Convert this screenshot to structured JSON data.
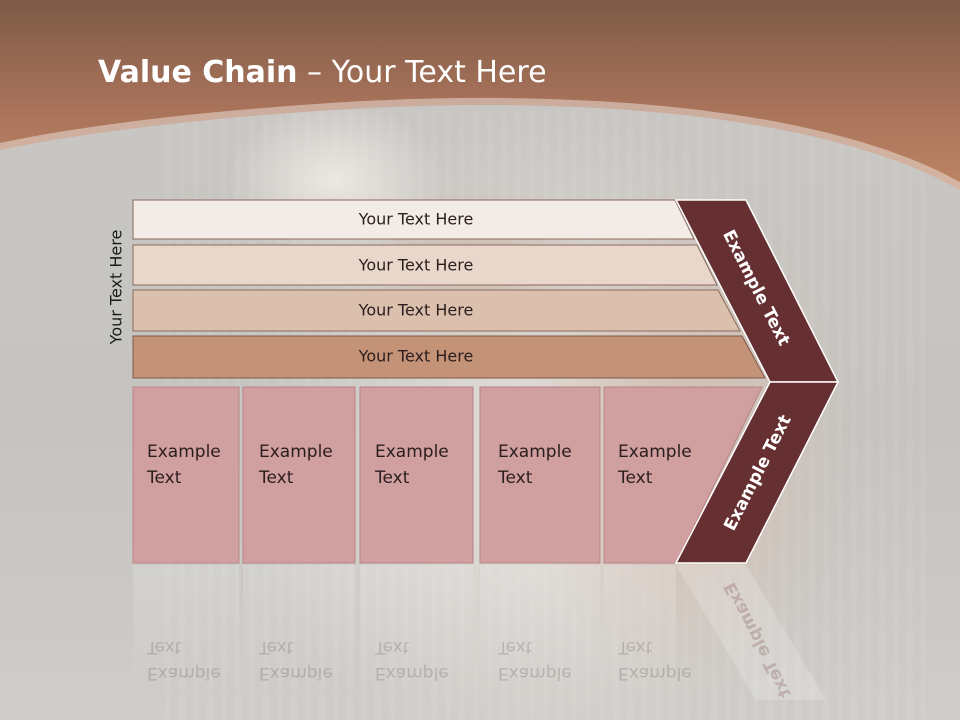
{
  "slide": {
    "title_bold": "Value Chain",
    "title_rest": " – Your Text Here",
    "side_label": "Your Text Here"
  },
  "bars": [
    {
      "label": "Your Text Here",
      "color": "#f3ebe6"
    },
    {
      "label": "Your Text Here",
      "color": "#e9d7cb"
    },
    {
      "label": "Your Text Here",
      "color": "#dcc0ae"
    },
    {
      "label": "Your Text Here",
      "color": "#c49277"
    }
  ],
  "boxes": [
    {
      "line1": "Example",
      "line2": "Text"
    },
    {
      "line1": "Example",
      "line2": "Text"
    },
    {
      "line1": "Example",
      "line2": "Text"
    },
    {
      "line1": "Example",
      "line2": "Text"
    },
    {
      "line1": "Example",
      "line2": "Text"
    }
  ],
  "chevron": {
    "upper_label": "Example Text",
    "lower_label": "Example Text",
    "color": "#662f31"
  },
  "colors": {
    "header": "#b27a5b",
    "box_fill": "#d09fa0",
    "box_stroke": "#b88587"
  }
}
